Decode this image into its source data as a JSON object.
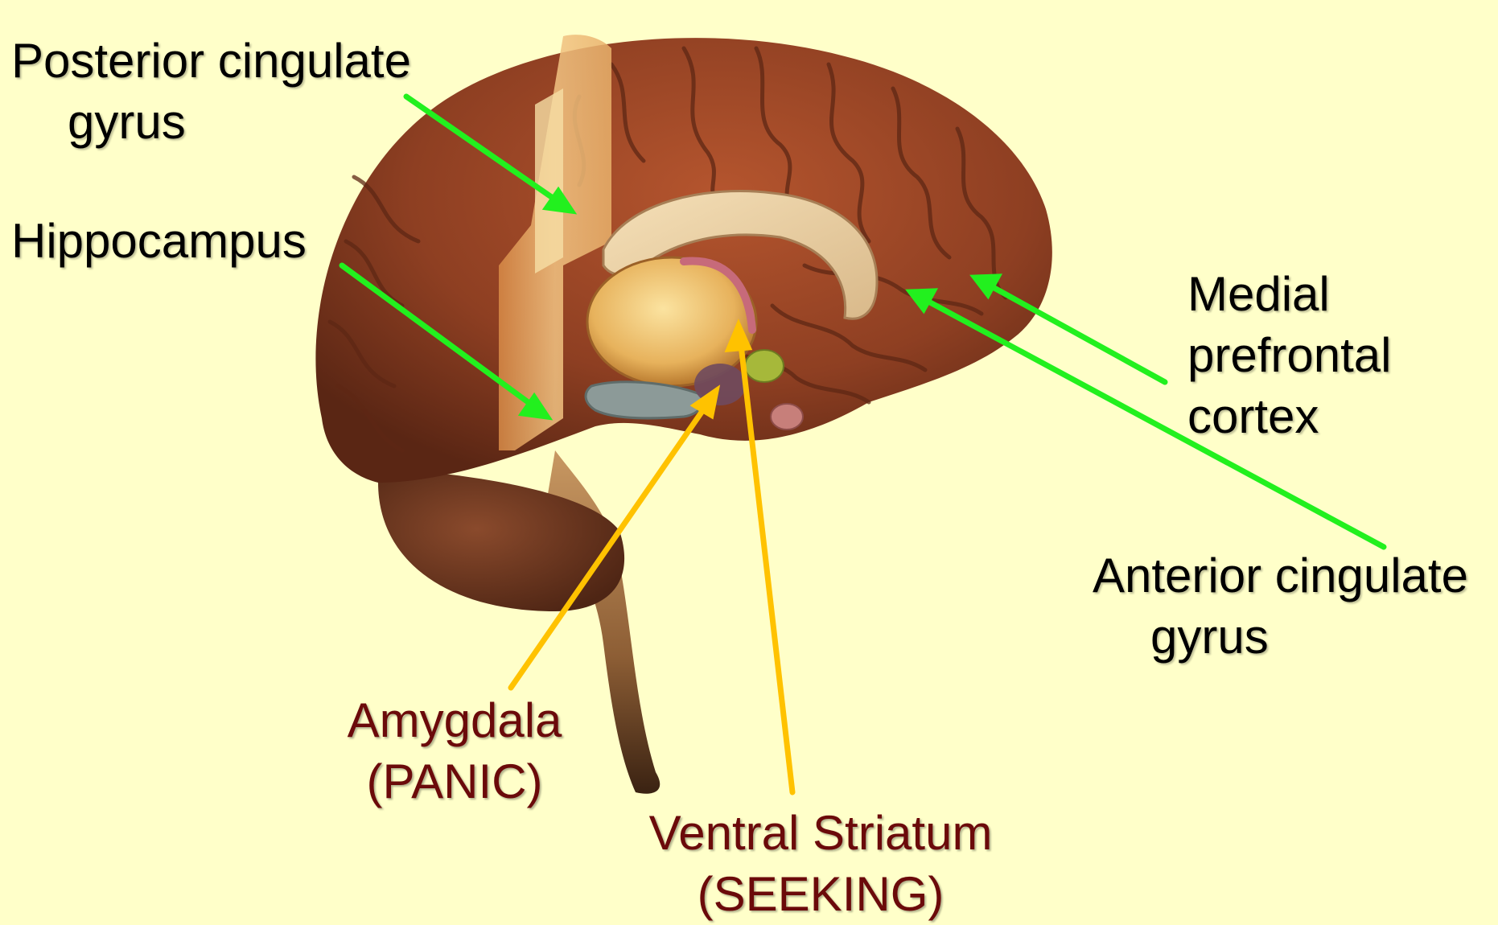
{
  "colors": {
    "background": "#ffffc9",
    "green_arrow": "#22f01e",
    "yellow_arrow": "#ffc200",
    "label_dark_red": "#6b0a0a",
    "label_black": "#000000"
  },
  "labels": {
    "posterior_cingulate": {
      "line1": "Posterior cingulate",
      "line2": "gyrus"
    },
    "hippocampus": {
      "line1": "Hippocampus"
    },
    "medial_prefrontal": {
      "line1": "Medial",
      "line2": "prefrontal",
      "line3": "cortex"
    },
    "anterior_cingulate": {
      "line1": "Anterior cingulate",
      "line2": "gyrus"
    },
    "amygdala": {
      "line1": "Amygdala",
      "line2": "(PANIC)"
    },
    "ventral_striatum": {
      "line1": "Ventral Striatum",
      "line2": "(SEEKING)"
    }
  },
  "image": {
    "subject": "brain-sagittal-section"
  }
}
